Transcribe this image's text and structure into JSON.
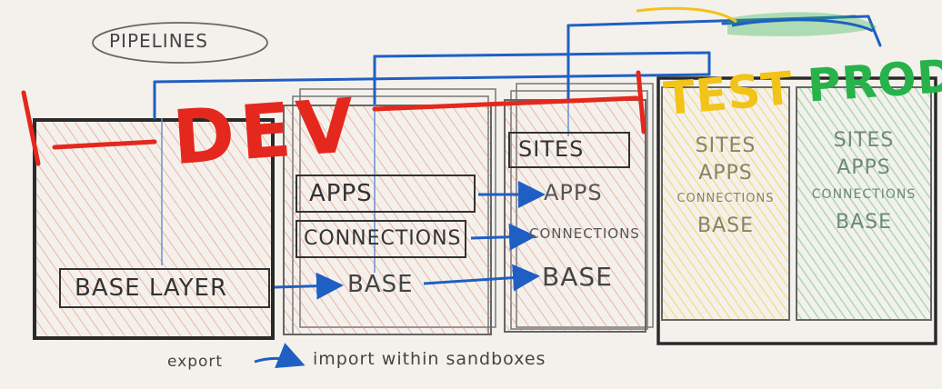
{
  "pipelines_label": "PIPELINES",
  "dev_label": "DEV",
  "test_label": "TEST",
  "prod_label": "PROD",
  "sandbox1": {
    "base_layer": "BASE LAYER"
  },
  "sandbox2": {
    "apps": "APPS",
    "connections": "CONNECTIONS",
    "base": "BASE"
  },
  "sandbox3": {
    "sites": "SITES",
    "apps": "APPS",
    "connections": "CONNECTIONS",
    "base": "BASE"
  },
  "test_env": {
    "sites": "SITES",
    "apps": "APPS",
    "connections": "CONNECTIONS",
    "base": "BASE"
  },
  "prod_env": {
    "sites": "SITES",
    "apps": "APPS",
    "connections": "CONNECTIONS",
    "base": "BASE"
  },
  "footer": {
    "export": "export",
    "import": "import within sandboxes"
  },
  "colors": {
    "dev": "#e5281e",
    "test": "#f2c318",
    "prod": "#27b34a",
    "arrow": "#1f5fc4",
    "pencil": "#555555"
  }
}
